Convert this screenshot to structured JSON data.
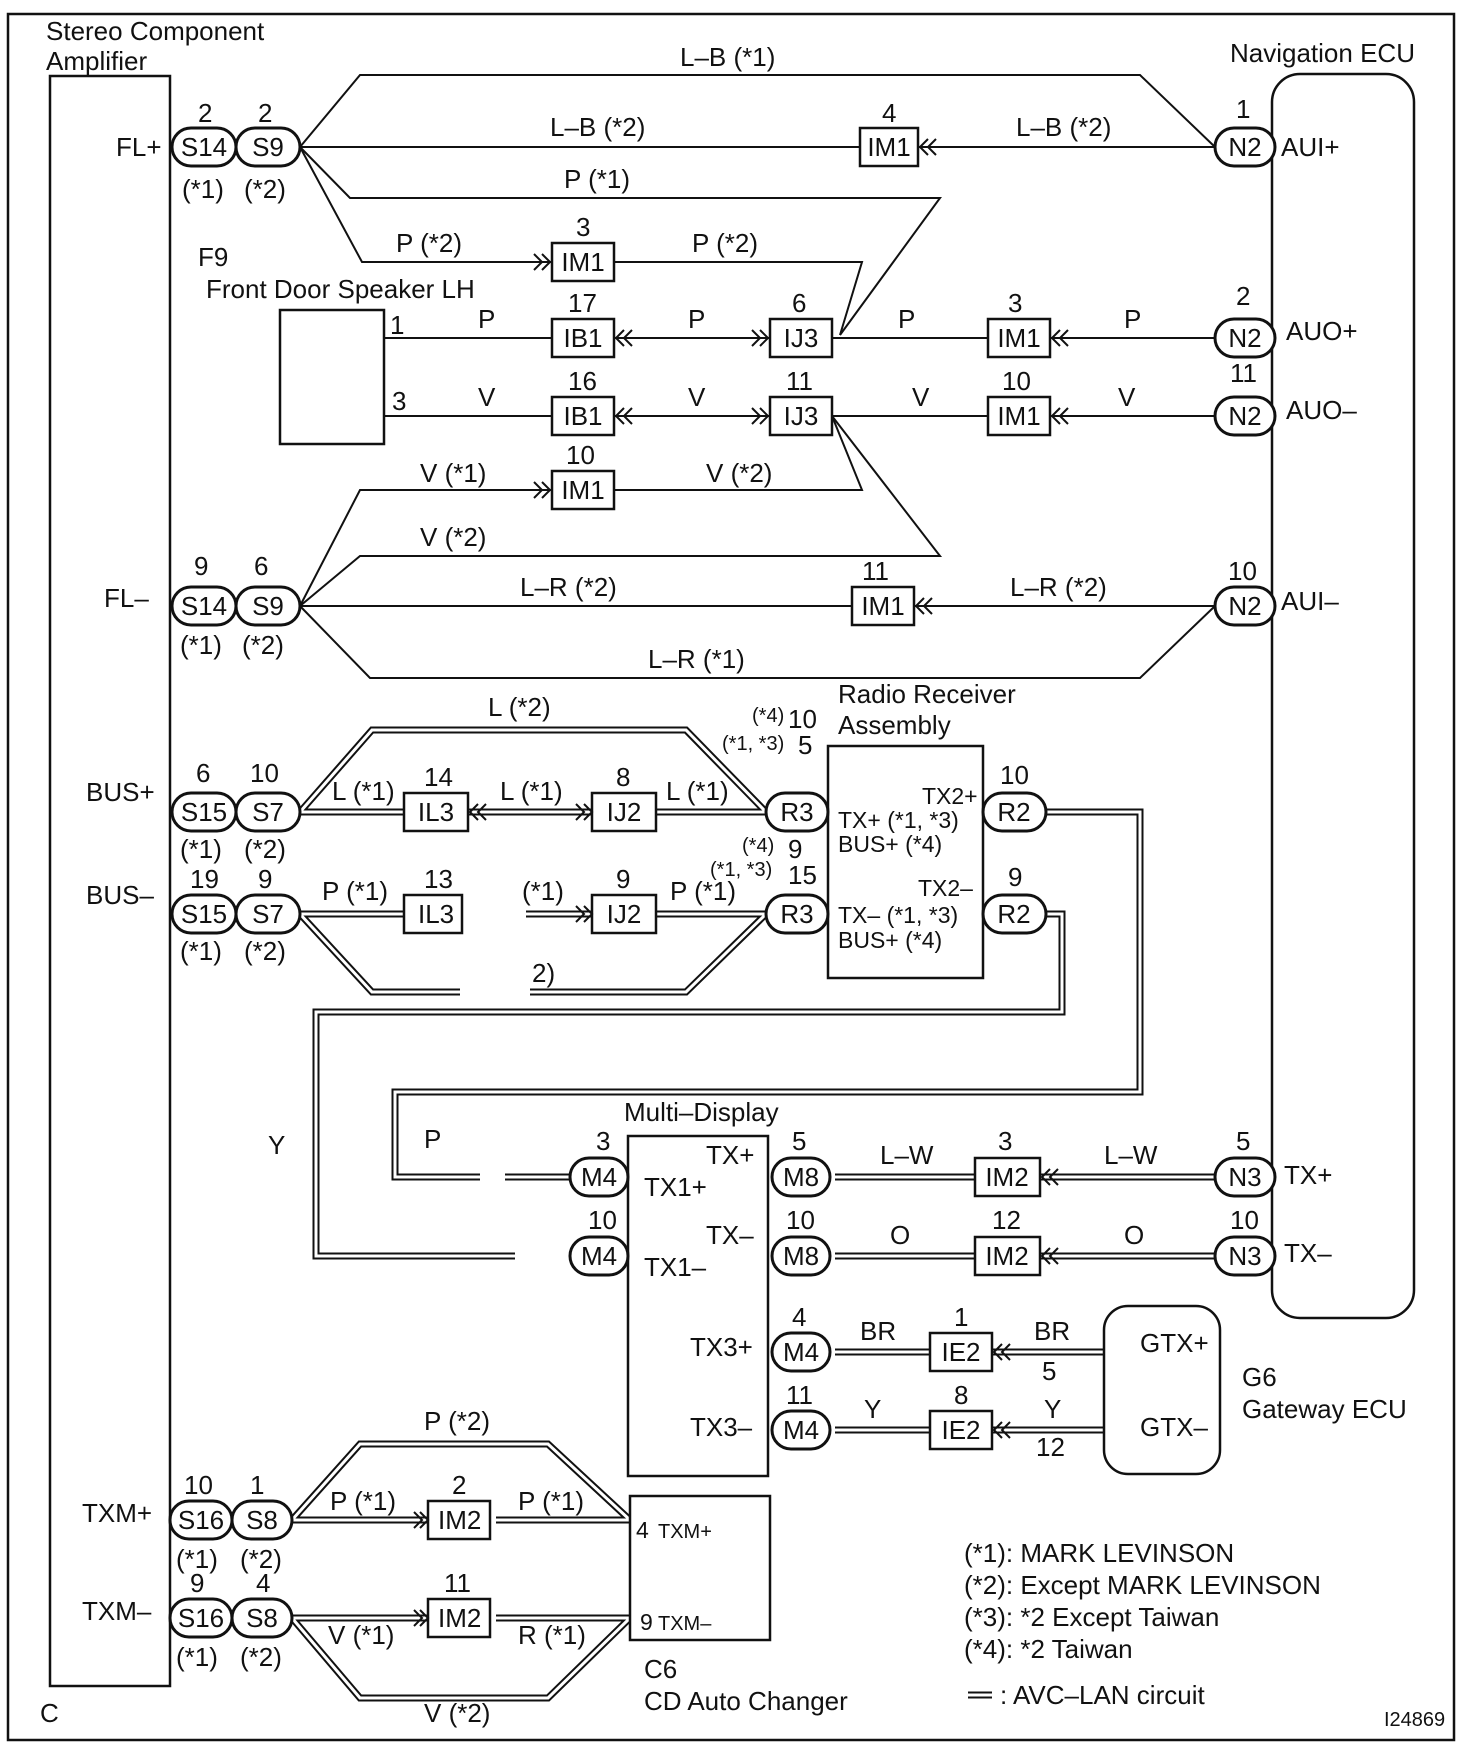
{
  "components": {
    "amplifier": "Stereo Component Amplifier",
    "amplifier_code": "C",
    "nav_ecu": "Navigation ECU",
    "speaker_code": "F9",
    "speaker": "Front Door Speaker LH",
    "radio": "Radio Receiver Assembly",
    "multi_display": "Multi–Display",
    "gateway_code": "G6",
    "gateway": "Gateway ECU",
    "cd_code": "C6",
    "cd": "CD Auto Changer"
  },
  "pins": {
    "amp": [
      "FL+",
      "FL–",
      "BUS+",
      "BUS–",
      "TXM+",
      "TXM–"
    ],
    "nav": [
      "AUI+",
      "AUO+",
      "AUO–",
      "AUI–",
      "TX+",
      "TX–"
    ],
    "radio": [
      "TX2+",
      "TX+ (*1, *3)",
      "BUS+ (*4)",
      "TX2–",
      "TX– (*1, *3)",
      "BUS+ (*4)"
    ],
    "md": [
      "TX+",
      "TX1+",
      "TX–",
      "TX1–",
      "TX3+",
      "TX3–"
    ],
    "gw": [
      "GTX+",
      "GTX–"
    ],
    "cd": [
      "4",
      "TXM+",
      "9",
      "TXM–"
    ]
  },
  "connectors": {
    "S14": "S14",
    "S9": "S9",
    "S15": "S15",
    "S7": "S7",
    "S16": "S16",
    "S8": "S8",
    "IM1": "IM1",
    "IB1": "IB1",
    "IJ3": "IJ3",
    "IL3": "IL3",
    "IJ2": "IJ2",
    "IM2": "IM2",
    "IE2": "IE2",
    "N2": "N2",
    "N3": "N3",
    "R3": "R3",
    "R2": "R2",
    "M4": "M4",
    "M8": "M8"
  },
  "notes": {
    "n1": "(*1)",
    "n2": "(*2)",
    "n3": "(*3)",
    "n4": "(*4)",
    "n13": "(*1, *3)"
  },
  "wires": {
    "LB1": "L–B (*1)",
    "LB2": "L–B (*2)",
    "P1": "P (*1)",
    "P2": "P (*2)",
    "P": "P",
    "V": "V",
    "V1": "V (*1)",
    "V2": "V (*2)",
    "LR1": "L–R (*1)",
    "LR2": "L–R (*2)",
    "L1": "L (*1)",
    "L2": "L (*2)",
    "Y": "Y",
    "LW": "L–W",
    "O": "O",
    "BR": "BR",
    "frag1": "(*1)",
    "frag2": "2)",
    "fragR": "R (*1)"
  },
  "legend": {
    "l1": "(*1): MARK LEVINSON",
    "l2": "(*2): Except MARK LEVINSON",
    "l3": "(*3): *2 Except Taiwan",
    "l4": "(*4): *2 Taiwan",
    "l5": ": AVC–LAN circuit"
  },
  "figure_id": "I24869"
}
